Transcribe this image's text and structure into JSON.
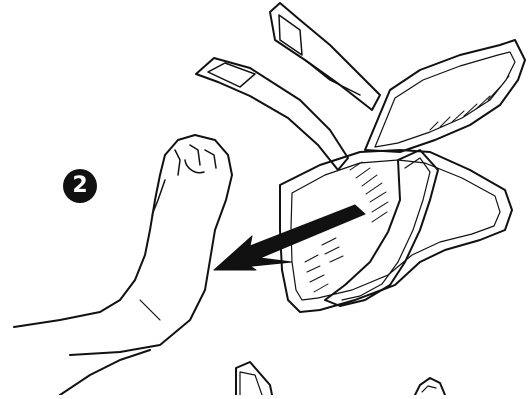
{
  "step": {
    "number": "2"
  },
  "illustration": {
    "subject": "foot-being-placed-into-padded-leg-wrap",
    "arrow_direction": "toward-foot",
    "colors": {
      "line": "#111111",
      "background": "#ffffff",
      "arrow": "#111111"
    }
  }
}
